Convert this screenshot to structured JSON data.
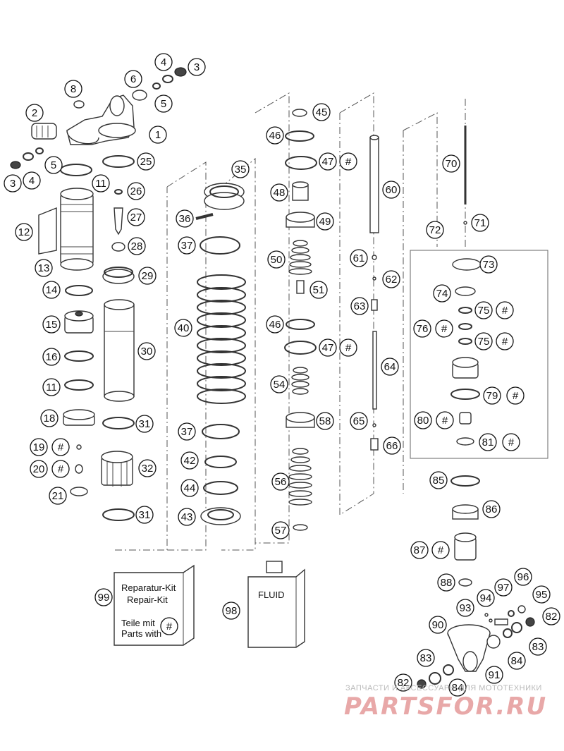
{
  "callouts": [
    {
      "id": "c1",
      "label": "1"
    },
    {
      "id": "c2",
      "label": "2"
    },
    {
      "id": "c3a",
      "label": "3"
    },
    {
      "id": "c4a",
      "label": "4"
    },
    {
      "id": "c3b",
      "label": "3"
    },
    {
      "id": "c4b",
      "label": "4"
    },
    {
      "id": "c5a",
      "label": "5"
    },
    {
      "id": "c5b",
      "label": "5"
    },
    {
      "id": "c6",
      "label": "6"
    },
    {
      "id": "c8",
      "label": "8"
    },
    {
      "id": "c11a",
      "label": "11"
    },
    {
      "id": "c11b",
      "label": "11"
    },
    {
      "id": "c12",
      "label": "12"
    },
    {
      "id": "c13",
      "label": "13"
    },
    {
      "id": "c14",
      "label": "14"
    },
    {
      "id": "c15",
      "label": "15"
    },
    {
      "id": "c16",
      "label": "16"
    },
    {
      "id": "c18",
      "label": "18"
    },
    {
      "id": "c19",
      "label": "19"
    },
    {
      "id": "c20",
      "label": "20"
    },
    {
      "id": "c21",
      "label": "21"
    },
    {
      "id": "c25",
      "label": "25"
    },
    {
      "id": "c26",
      "label": "26"
    },
    {
      "id": "c27",
      "label": "27"
    },
    {
      "id": "c28",
      "label": "28"
    },
    {
      "id": "c29",
      "label": "29"
    },
    {
      "id": "c30",
      "label": "30"
    },
    {
      "id": "c31a",
      "label": "31"
    },
    {
      "id": "c31b",
      "label": "31"
    },
    {
      "id": "c32",
      "label": "32"
    },
    {
      "id": "c35",
      "label": "35"
    },
    {
      "id": "c36",
      "label": "36"
    },
    {
      "id": "c37a",
      "label": "37"
    },
    {
      "id": "c37b",
      "label": "37"
    },
    {
      "id": "c40",
      "label": "40"
    },
    {
      "id": "c42",
      "label": "42"
    },
    {
      "id": "c43",
      "label": "43"
    },
    {
      "id": "c44",
      "label": "44"
    },
    {
      "id": "c45",
      "label": "45"
    },
    {
      "id": "c46a",
      "label": "46"
    },
    {
      "id": "c46b",
      "label": "46"
    },
    {
      "id": "c47a",
      "label": "47"
    },
    {
      "id": "c47b",
      "label": "47"
    },
    {
      "id": "c48",
      "label": "48"
    },
    {
      "id": "c49",
      "label": "49"
    },
    {
      "id": "c50",
      "label": "50"
    },
    {
      "id": "c51",
      "label": "51"
    },
    {
      "id": "c54",
      "label": "54"
    },
    {
      "id": "c56",
      "label": "56"
    },
    {
      "id": "c57",
      "label": "57"
    },
    {
      "id": "c58",
      "label": "58"
    },
    {
      "id": "c60",
      "label": "60"
    },
    {
      "id": "c61",
      "label": "61"
    },
    {
      "id": "c62",
      "label": "62"
    },
    {
      "id": "c63",
      "label": "63"
    },
    {
      "id": "c64",
      "label": "64"
    },
    {
      "id": "c65",
      "label": "65"
    },
    {
      "id": "c66",
      "label": "66"
    },
    {
      "id": "c70",
      "label": "70"
    },
    {
      "id": "c71",
      "label": "71"
    },
    {
      "id": "c72",
      "label": "72"
    },
    {
      "id": "c73",
      "label": "73"
    },
    {
      "id": "c74",
      "label": "74"
    },
    {
      "id": "c75a",
      "label": "75"
    },
    {
      "id": "c75b",
      "label": "75"
    },
    {
      "id": "c76",
      "label": "76"
    },
    {
      "id": "c79",
      "label": "79"
    },
    {
      "id": "c80",
      "label": "80"
    },
    {
      "id": "c81",
      "label": "81"
    },
    {
      "id": "c82a",
      "label": "82"
    },
    {
      "id": "c82b",
      "label": "82"
    },
    {
      "id": "c83a",
      "label": "83"
    },
    {
      "id": "c83b",
      "label": "83"
    },
    {
      "id": "c84a",
      "label": "84"
    },
    {
      "id": "c84b",
      "label": "84"
    },
    {
      "id": "c85",
      "label": "85"
    },
    {
      "id": "c86",
      "label": "86"
    },
    {
      "id": "c87",
      "label": "87"
    },
    {
      "id": "c88",
      "label": "88"
    },
    {
      "id": "c90",
      "label": "90"
    },
    {
      "id": "c91",
      "label": "91"
    },
    {
      "id": "c93",
      "label": "93"
    },
    {
      "id": "c94",
      "label": "94"
    },
    {
      "id": "c95",
      "label": "95"
    },
    {
      "id": "c96",
      "label": "96"
    },
    {
      "id": "c97",
      "label": "97"
    },
    {
      "id": "c98",
      "label": "98"
    },
    {
      "id": "c99",
      "label": "99"
    }
  ],
  "hash_marks": [
    {
      "id": "h19",
      "label": "#"
    },
    {
      "id": "h20",
      "label": "#"
    },
    {
      "id": "h47a",
      "label": "#"
    },
    {
      "id": "h47b",
      "label": "#"
    },
    {
      "id": "h75a",
      "label": "#"
    },
    {
      "id": "h75b",
      "label": "#"
    },
    {
      "id": "h76",
      "label": "#"
    },
    {
      "id": "h79",
      "label": "#"
    },
    {
      "id": "h80",
      "label": "#"
    },
    {
      "id": "h81",
      "label": "#"
    },
    {
      "id": "h87",
      "label": "#"
    },
    {
      "id": "hkit",
      "label": "#"
    }
  ],
  "repair_kit": {
    "line1": "Reparatur-Kit",
    "line2": "Repair-Kit",
    "line3": "Teile mit",
    "line4": "Parts with"
  },
  "fluid_label": "FLUID",
  "watermark": {
    "subtitle": "ЗАПЧАСТИ И АКСЕССУАРЫ ДЛЯ МОТОТЕХНИКИ",
    "brand": "PARTSFOR.RU"
  }
}
